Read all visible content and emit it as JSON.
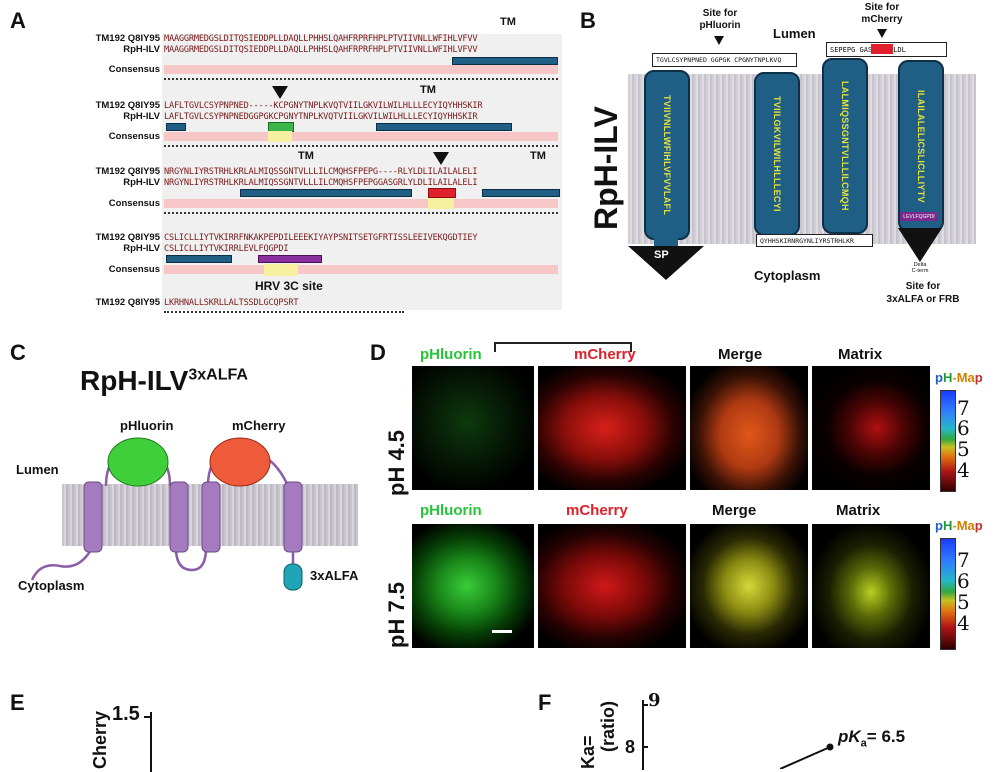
{
  "panels": {
    "A": "A",
    "B": "B",
    "C": "C",
    "D": "D",
    "E": "E",
    "F": "F"
  },
  "panelA": {
    "blocks": [
      {
        "name1": "TM192 Q8IY95",
        "seq1": "MAAGGRMEDGSLDITQSIEDDPLLDAQLLPHHSLQAHFRPRFHPLPTVIIVNLLWFIHLVFVV",
        "name2": "RpH-ILV",
        "seq2": "MAAGGRMEDGSLDITQSIEDDPLLDAQLLPHHSLQAHFRPRFHPLPTVIIVNLLWFIHLVFVV"
      },
      {
        "name1": "TM192 Q8IY95",
        "seq1": "LAFLTGVLCSYPNPNED-----KCPGNYTNPLKVQTVIILGKVILWILHLLLECYIQYHHSKIR",
        "name2": "RpH-ILV",
        "seq2": "LAFLTGVLCSYPNPNEDGGPGKCPGNYTNPLKVQTVIILGKVILWILHLLLECYIQYHHSKIR"
      },
      {
        "name1": "TM192 Q8IY95",
        "seq1": "NRGYNLIYRSTRHLKRLALMIQSSGNTVLLLILCMQHSFPEPG----RLYLDLILAILALELI",
        "name2": "RpH-ILV",
        "seq2": "NRGYNLIYRSTRHLKRLALMIQSSGNTVLLLILCMQHSFPEPGGASGRLYLDLILAILALELI"
      },
      {
        "name1": "TM192 Q8IY95",
        "seq1": "CSLICLLIYTVKIRRFNKAKPEPDILEEEKIYAYPSNITSETGFRTISSLEEIVEKQGDTIEY",
        "name2": "RpH-ILV",
        "seq2": "CSLICLLIYTVKIRRLEVLFQGPDI"
      }
    ],
    "consensus": "Consensus",
    "tm": "TM",
    "hrv": "HRV 3C site",
    "last_name": "TM192 Q8IY95",
    "last_seq": "LKRHNALLSKRLLALTSSDLGCQPSRT"
  },
  "panelB": {
    "title": "RpH-ILV",
    "lumen": "Lumen",
    "cytoplasm": "Cytoplasm",
    "site_phluorin": "Site for\npHluorin",
    "site_mcherry": "Site for\nmCherry",
    "site_alfa": "Site for\n3xALFA or FRB",
    "helices": [
      "TVIIVNLLWFIHLVFVVLAFL",
      "TVIILGKVILWILHLLLECYI",
      "LALMIQSSGNTVLLLILCMQH",
      "ILAILALELICSLICLLIYTV"
    ],
    "box1": "TGVLCSYPNPNED GGPGK CPGNYTNPLKVQ",
    "box2": "SEPEPG GASG RLYLDL",
    "box3": "QYHHSKIRNRGYNLIYRSTRHLKR",
    "sp": "SP",
    "delta": "Delta\nC-term",
    "purple_box": "LEVLFQGPDI"
  },
  "panelC": {
    "title": "RpH-ILV",
    "superscript": "3xALFA",
    "phluorin": "pHluorin",
    "mcherry": "mCherry",
    "lumen": "Lumen",
    "cytoplasm": "Cytoplasm",
    "alfa": "3xALFA"
  },
  "panelD": {
    "cols": [
      "pHluorin",
      "mCherry",
      "Merge",
      "Matrix"
    ],
    "rows": [
      "pH 4.5",
      "pH 7.5"
    ],
    "pHmap": {
      "p": "p",
      "H": "H",
      "dash": "-",
      "Ma": "Ma",
      "p2": "p"
    },
    "ticks": [
      "7",
      "6",
      "5",
      "4"
    ],
    "colors": {
      "green": "#27c43a",
      "red": "#e0202a"
    }
  },
  "panelE": {
    "ylabel": "Cherry",
    "tick": "1.5"
  },
  "panelF": {
    "ylabel1": "Ka=",
    "ylabel2": "(ratio)",
    "tick9": "9",
    "tick8": "8",
    "pka": "pK",
    "pka_sub": "a",
    "pka_val": "= 6.5"
  }
}
